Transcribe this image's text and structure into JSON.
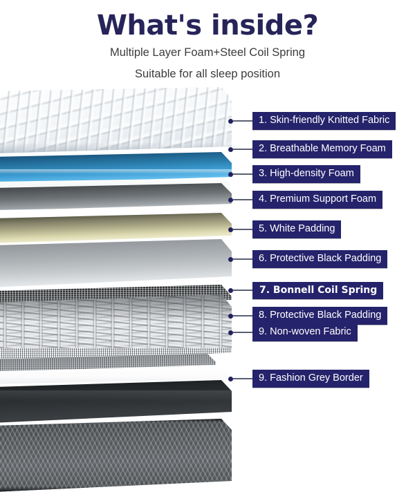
{
  "header": {
    "title": "What's inside?",
    "subtitle_1": "Multiple Layer Foam+Steel Coil Spring",
    "subtitle_2": "Suitable for all sleep position"
  },
  "colors": {
    "title_navy": "#272459",
    "chip_navy": "#25236b",
    "chip_text": "#ffffff",
    "leader_line": "#5a5f72",
    "subtitle_gray": "#3b3b3b",
    "memory_foam_blue": "#2b7fae",
    "support_foam_cream": "#dedbb2",
    "grey_border": "#6a6e72",
    "black_band": "#303437"
  },
  "callouts": [
    {
      "label": "1. Skin-friendly Knitted Fabric",
      "style": "regular"
    },
    {
      "label": "2. Breathable Memory Foam",
      "style": "regular"
    },
    {
      "label": "3. High-density Foam",
      "style": "regular"
    },
    {
      "label": "4. Premium Support Foam",
      "style": "regular"
    },
    {
      "label": "5. White Padding",
      "style": "regular"
    },
    {
      "label": "6. Protective Black Padding",
      "style": "regular"
    },
    {
      "label": "7. Bonnell Coil Spring",
      "style": "bold"
    },
    {
      "label": "8. Protective Black Padding",
      "style": "regular"
    },
    {
      "label": "9. Non-woven Fabric",
      "style": "regular"
    },
    {
      "label": "9. Fashion Grey Border",
      "style": "regular"
    }
  ],
  "layers": [
    {
      "name": "skin-friendly-knitted-fabric"
    },
    {
      "name": "breathable-memory-foam"
    },
    {
      "name": "high-density-foam"
    },
    {
      "name": "premium-support-foam"
    },
    {
      "name": "white-padding"
    },
    {
      "name": "protective-black-padding-top"
    },
    {
      "name": "bonnell-coil-spring"
    },
    {
      "name": "protective-black-padding-bottom"
    },
    {
      "name": "non-woven-fabric"
    },
    {
      "name": "black-side-band"
    },
    {
      "name": "fashion-grey-border"
    }
  ]
}
